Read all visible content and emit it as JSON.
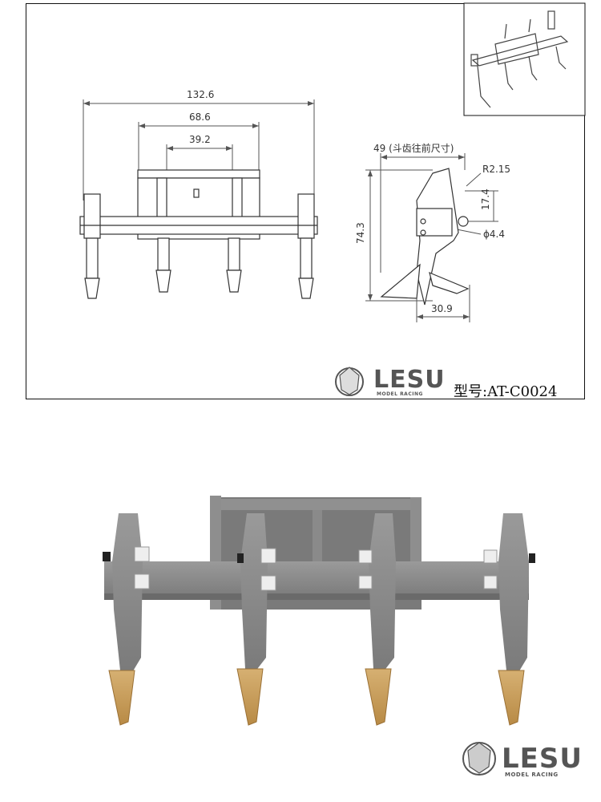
{
  "drawing": {
    "dim_total_width": "132.6",
    "dim_mid_width": "68.6",
    "dim_inner_width": "39.2",
    "dim_side_top": "49 (斗齿往前尺寸)",
    "dim_radius": "R2.15",
    "dim_vertical_small": "17.4",
    "dim_height": "74.3",
    "dim_hole": "ϕ4.4",
    "dim_bottom": "30.9"
  },
  "brand": {
    "name": "LESU",
    "subtitle": "MODEL RACING"
  },
  "model_number": "型号:AT-C0024",
  "colors": {
    "metal": "#8c8c8c",
    "metal_dark": "#6e6e6e",
    "teeth": "#c9a062",
    "line": "#333333"
  }
}
